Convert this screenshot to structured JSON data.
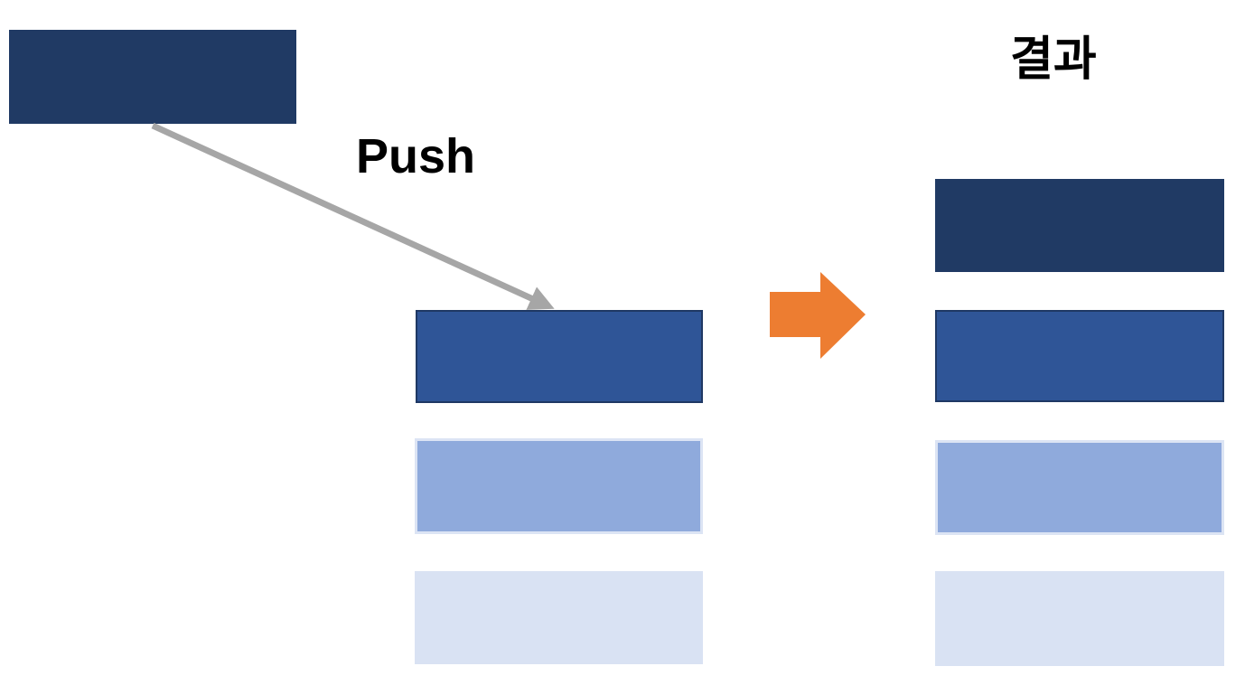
{
  "labels": {
    "push": "Push",
    "result": "결과"
  },
  "colors": {
    "background": "#FFFFFF",
    "text": "#000000",
    "dark_navy": "#203A64",
    "medium_blue": "#2F5597",
    "light_blue": "#8FAADC",
    "pale_blue": "#D9E2F3",
    "dark_border": "#1F3864",
    "pale_border": "#DCE4F4",
    "gray_arrow": "#A6A6A6",
    "orange_arrow": "#ED7D31"
  },
  "incoming_item": {
    "color": "#203A64"
  },
  "stack_before": {
    "items": [
      {
        "color": "#2F5597",
        "border_color": "#1F3864"
      },
      {
        "color": "#8FAADC",
        "border_color": "#DCE4F4"
      },
      {
        "color": "#D9E2F3"
      }
    ]
  },
  "stack_after": {
    "items": [
      {
        "color": "#203A64"
      },
      {
        "color": "#2F5597",
        "border_color": "#1F3864"
      },
      {
        "color": "#8FAADC",
        "border_color": "#DCE4F4"
      },
      {
        "color": "#D9E2F3"
      }
    ]
  },
  "arrows": {
    "push_arrow": {
      "type": "straight-arrow",
      "color": "#A6A6A6"
    },
    "result_arrow": {
      "type": "block-arrow-right",
      "color": "#ED7D31"
    }
  }
}
